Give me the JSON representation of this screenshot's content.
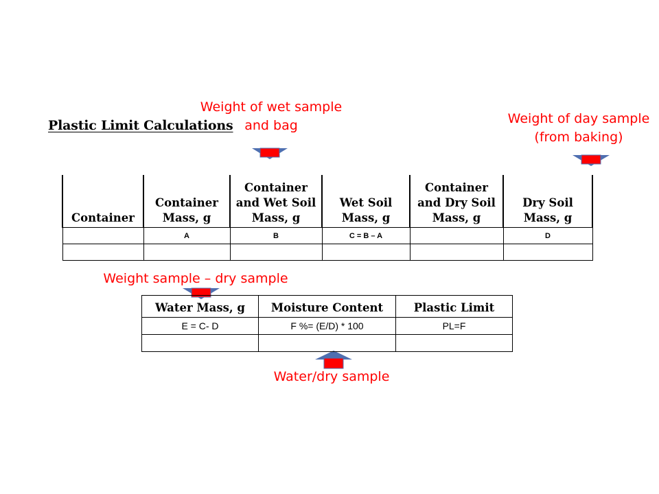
{
  "callouts": {
    "wet_sample": "Weight of wet sample\nand bag",
    "day_sample": "Weight of day sample\n(from baking)",
    "weight_diff": "Weight sample – dry sample",
    "water_dry": "Water/dry sample"
  },
  "doc_title": "Plastic Limit Calculations",
  "table1": {
    "headers": [
      "Container",
      "Container\nMass, g",
      "Container\nand Wet Soil\nMass, g",
      "Wet Soil\nMass, g",
      "Container\nand Dry Soil\nMass, g",
      "Dry Soil\nMass, g"
    ],
    "codes": [
      "",
      "A",
      "B",
      "C =   B – A",
      "",
      "D"
    ]
  },
  "table2": {
    "headers": [
      "Water Mass, g",
      "Moisture Content",
      "Plastic Limit"
    ],
    "codes": [
      "E = C- D",
      "F %= (E/D) * 100",
      "PL=F"
    ]
  },
  "colors": {
    "callout_text": "#ff0000",
    "arrow_fill": "#ff0000",
    "arrow_stroke": "#4f6fb0"
  },
  "icons": {
    "down_arrow": "down-arrow-icon",
    "up_arrow": "up-arrow-icon"
  }
}
